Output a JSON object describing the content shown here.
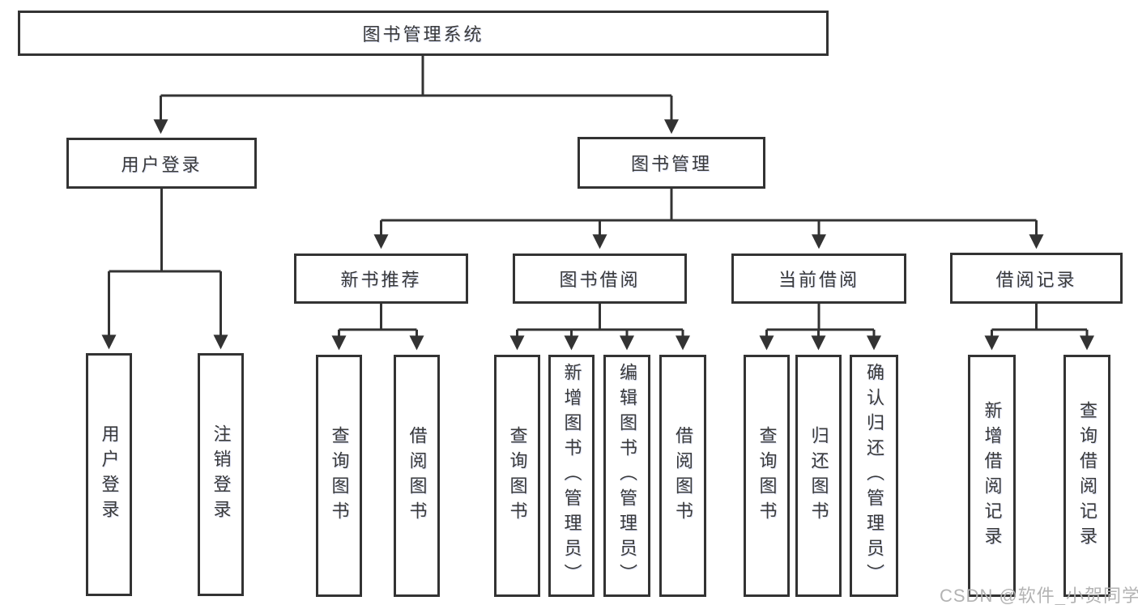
{
  "diagram": {
    "type": "tree",
    "watermark": "CSDN @软件_小贺同学",
    "colors": {
      "line": "#333333",
      "text": "#3a3a3a",
      "watermark": "#b3b3b3",
      "background": "#ffffff"
    },
    "root": {
      "label": "图书管理系统",
      "children": [
        {
          "label": "用户登录",
          "children": [
            {
              "label": "用户登录"
            },
            {
              "label": "注销登录"
            }
          ]
        },
        {
          "label": "图书管理",
          "children": [
            {
              "label": "新书推荐",
              "children": [
                {
                  "label": "查询图书"
                },
                {
                  "label": "借阅图书"
                }
              ]
            },
            {
              "label": "图书借阅",
              "children": [
                {
                  "label": "查询图书"
                },
                {
                  "label": "新增图书（管理员）"
                },
                {
                  "label": "编辑图书（管理员）"
                },
                {
                  "label": "借阅图书"
                }
              ]
            },
            {
              "label": "当前借阅",
              "children": [
                {
                  "label": "查询图书"
                },
                {
                  "label": "归还图书"
                },
                {
                  "label": "确认归还（管理员）"
                }
              ]
            },
            {
              "label": "借阅记录",
              "children": [
                {
                  "label": "新增借阅记录"
                },
                {
                  "label": "查询借阅记录"
                }
              ]
            }
          ]
        }
      ]
    }
  }
}
